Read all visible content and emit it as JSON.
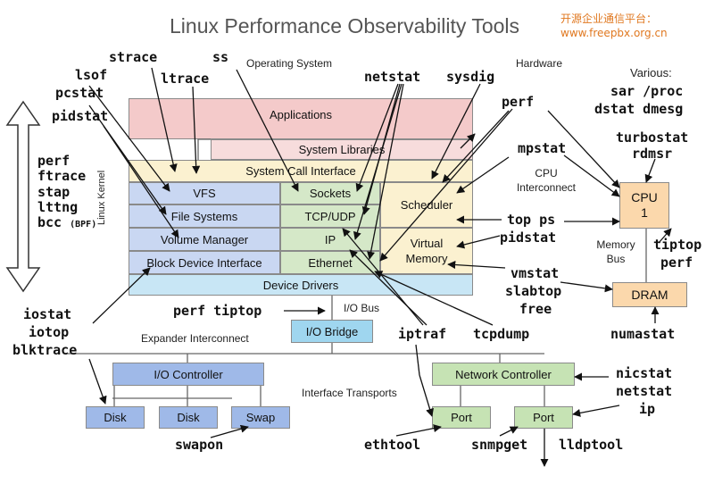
{
  "title": "Linux Performance Observability Tools",
  "watermark": {
    "line1": "开源企业通信平台：",
    "line2": "www.freepbx.org.cn"
  },
  "section_labels": {
    "operating_system": "Operating System",
    "hardware": "Hardware",
    "various": "Various:",
    "linux_kernel": "Linux Kernel",
    "cpu_interconnect": "CPU Interconnect",
    "memory_bus": "Memory Bus",
    "io_bus": "I/O Bus",
    "expander_interconnect": "Expander Interconnect",
    "interface_transports": "Interface Transports"
  },
  "layers": {
    "applications": "Applications",
    "system_libraries": "System Libraries",
    "system_call_interface": "System Call Interface",
    "vfs": "VFS",
    "file_systems": "File Systems",
    "volume_manager": "Volume Manager",
    "block_device_interface": "Block Device Interface",
    "sockets": "Sockets",
    "tcp_udp": "TCP/UDP",
    "ip": "IP",
    "ethernet": "Ethernet",
    "scheduler": "Scheduler",
    "virtual_memory": "Virtual Memory",
    "device_drivers": "Device Drivers"
  },
  "hardware": {
    "cpu": "CPU",
    "cpu_count": "1",
    "dram": "DRAM",
    "io_bridge": "I/O Bridge",
    "io_controller": "I/O Controller",
    "disk1": "Disk",
    "disk2": "Disk",
    "swap": "Swap",
    "network_controller": "Network Controller",
    "port1": "Port",
    "port2": "Port"
  },
  "tools": {
    "strace": "strace",
    "ss": "ss",
    "lsof": "lsof",
    "ltrace": "ltrace",
    "pcstat": "pcstat",
    "netstat_top": "netstat",
    "sysdig": "sysdig",
    "pidstat_left": "pidstat",
    "left_stack": [
      "perf",
      "ftrace",
      "stap",
      "lttng",
      "bcc"
    ],
    "bcc_suffix": "(BPF)",
    "various": [
      "sar /proc",
      "dstat dmesg"
    ],
    "perf_top": "perf",
    "turbostat": "turbostat",
    "rdmsr": "rdmsr",
    "mpstat": "mpstat",
    "top_ps": "top ps",
    "pidstat_right": "pidstat",
    "tiptop_right": "tiptop",
    "perf_right": "perf",
    "vmstat": "vmstat",
    "slabtop": "slabtop",
    "free": "free",
    "iostat": "iostat",
    "iotop": "iotop",
    "blktrace": "blktrace",
    "perf_tiptop": "perf tiptop",
    "iptraf": "iptraf",
    "tcpdump": "tcpdump",
    "numastat": "numastat",
    "nicstat": "nicstat",
    "netstat_bottom": "netstat",
    "ip": "ip",
    "swapon": "swapon",
    "ethtool": "ethtool",
    "snmpget": "snmpget",
    "lldptool": "lldptool"
  },
  "colors": {
    "applications": "#f4caca",
    "system_libraries": "#f7dcdc",
    "syscall": "#fbf1d0",
    "storage": "#c9d7f2",
    "network": "#d5e8c8",
    "scheduler": "#fbf1d0",
    "device_drivers": "#c8e6f5",
    "cpu": "#fbd8ac",
    "io_bridge": "#9fd6ef",
    "io_controller": "#9fb9e8",
    "net_controller": "#c6e3b4"
  }
}
